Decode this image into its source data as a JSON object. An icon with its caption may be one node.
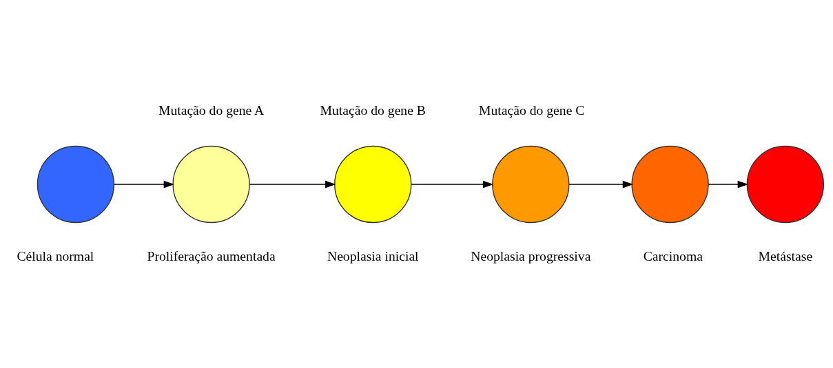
{
  "diagram": {
    "nodes": [
      {
        "text": [],
        "shape": "circle",
        "beside": [
          "Célula normal"
        ]
      },
      {
        "text": [],
        "shape": "circle",
        "beside": [
          "Mutação do gene A",
          "Proliferação aumentada"
        ]
      },
      {
        "text": [],
        "shape": "circle",
        "beside": [
          "Mutação do gene B",
          "Neoplasia inicial"
        ]
      },
      {
        "text": [],
        "shape": "circle",
        "beside": [
          "Mutação do gene C",
          "Neoplasia progressiva"
        ]
      },
      {
        "text": [],
        "shape": "circle",
        "beside": [
          "Carcinoma"
        ]
      },
      {
        "text": [],
        "shape": "circle",
        "beside": [
          "Metástase"
        ]
      }
    ],
    "edges": [
      {
        "from": 0,
        "to": 1,
        "arrow": "to"
      },
      {
        "from": 1,
        "to": 2,
        "arrow": "to"
      },
      {
        "from": 2,
        "to": 3,
        "arrow": "to"
      },
      {
        "from": 3,
        "to": 4,
        "arrow": "to"
      },
      {
        "from": 4,
        "to": 5,
        "arrow": "to"
      }
    ]
  }
}
